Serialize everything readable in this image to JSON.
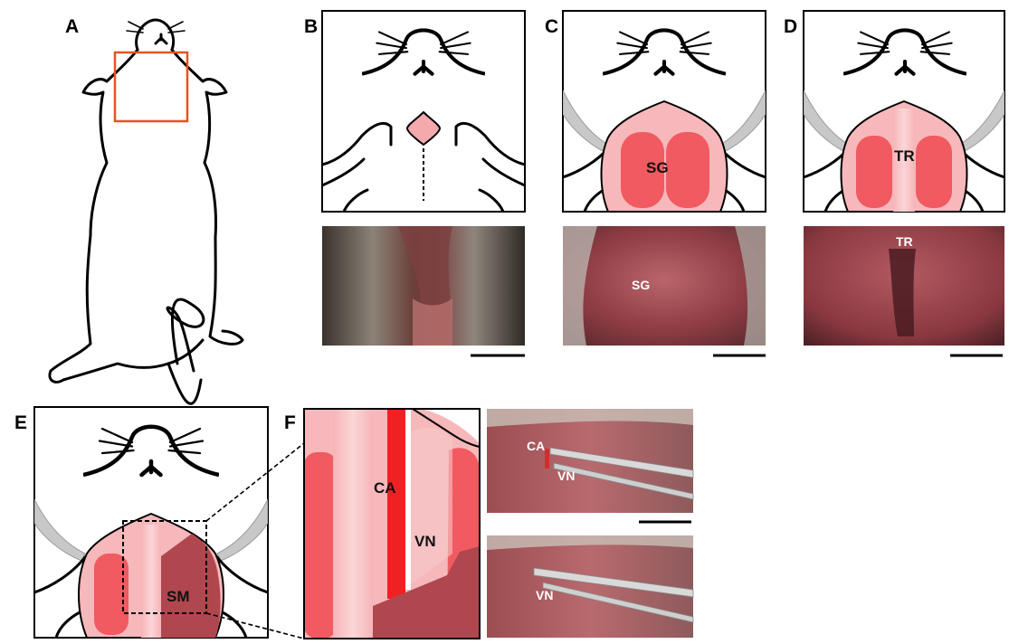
{
  "panels": {
    "a": {
      "letter": "A"
    },
    "b": {
      "letter": "B"
    },
    "c": {
      "letter": "C",
      "label": "SG",
      "photo_label": "SG"
    },
    "d": {
      "letter": "D",
      "label": "TR",
      "photo_label": "TR"
    },
    "e": {
      "letter": "E",
      "label": "SM"
    },
    "f": {
      "letter": "F",
      "label_ca": "CA",
      "label_vn": "VN",
      "photo_top_ca": "CA",
      "photo_top_vn": "VN",
      "photo_bottom_vn": "VN"
    }
  },
  "colors": {
    "incision": "#f4a9ad",
    "gland_light": "#f6b8bb",
    "gland_dark": "#f05a60",
    "muscle_dark": "#b0474e",
    "artery": "#ee2222",
    "retractor": "#c8c8c8",
    "highlight_box": "#e8541d"
  }
}
